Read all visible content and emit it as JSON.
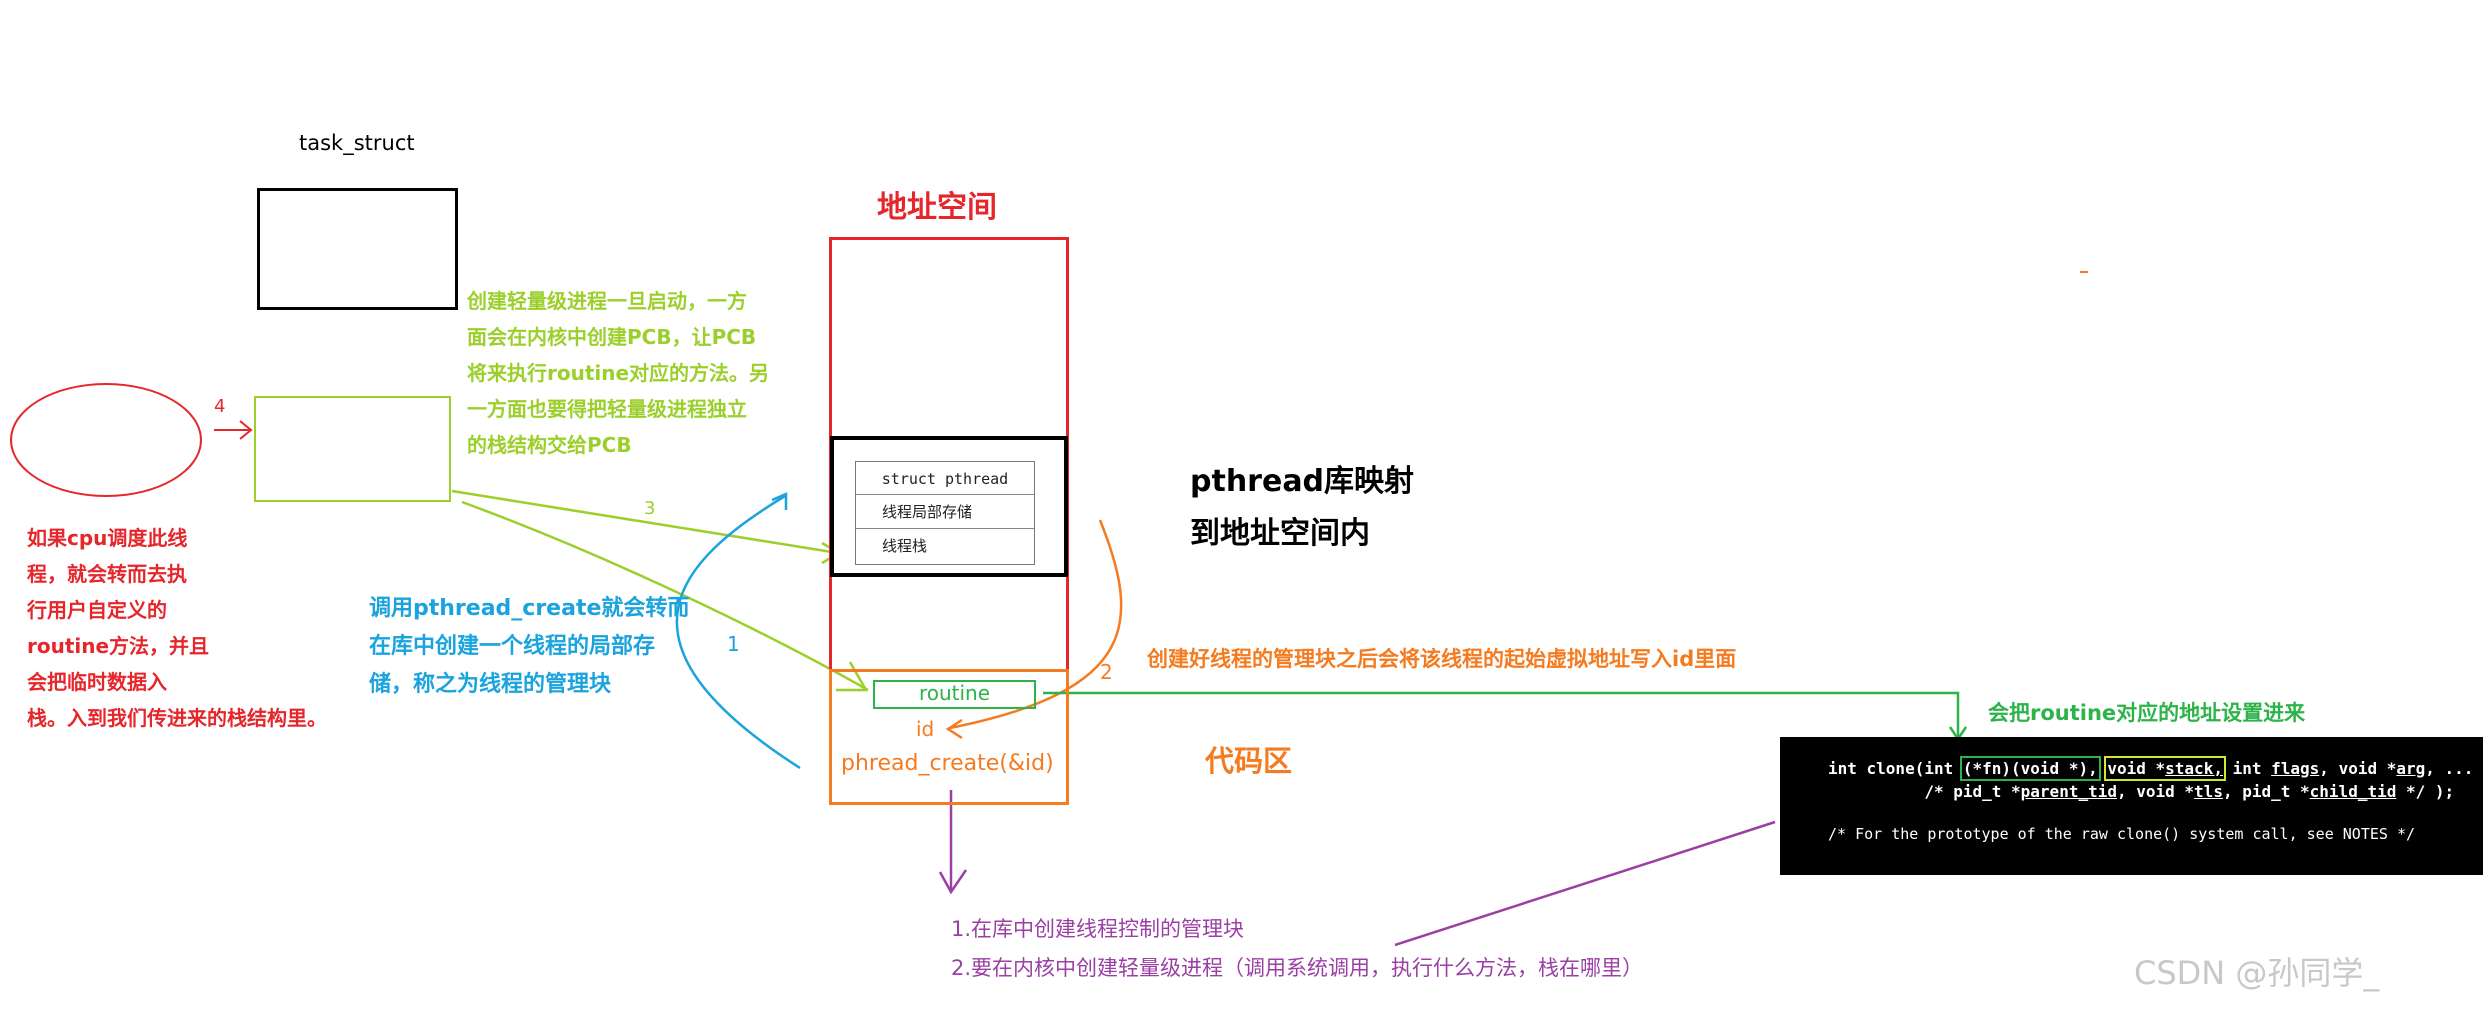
{
  "labels": {
    "task_struct": "task_struct",
    "address_space": "地址空间",
    "code_area": "代码区",
    "pthread_map_line1": "pthread库映射",
    "pthread_map_line2": "到地址空间内",
    "routine": "routine",
    "id": "id",
    "pthread_create": "phread_create(&id)",
    "struct_pthread": "struct pthread",
    "thread_local_storage": "线程局部存储",
    "thread_stack": "线程栈",
    "num1": "1",
    "num2": "2",
    "num3": "3",
    "num4": "4",
    "watermark": "CSDN @孙同学_"
  },
  "notes": {
    "green_lines": [
      "创建轻量级进程一旦启动，一方",
      "面会在内核中创建PCB，让PCB",
      "将来执行routine对应的方法。另",
      "一方面也要得把轻量级进程独立",
      "的栈结构交给PCB"
    ],
    "red_lines": [
      "如果cpu调度此线",
      "程，就会转而去执",
      "行用户自定义的",
      "routine方法，并且",
      "会把临时数据入",
      "栈。入到我们传进来的栈结构里。"
    ],
    "blue_lines": [
      "调用pthread_create就会转而",
      "在库中创建一个线程的局部存",
      "储，称之为线程的管理块"
    ],
    "orange_note": "创建好线程的管理块之后会将该线程的起始虚拟地址写入id里面",
    "green_clone_note": "会把routine对应的地址设置进来",
    "purple_line1": "1.在库中创建线程控制的管理块",
    "purple_line2": "2.要在内核中创建轻量级进程（调用系统调用，执行什么方法，栈在哪里）"
  },
  "code": {
    "l1_a": "int clone(int ",
    "l1_fn": "(*fn)(void *),",
    "l1_sp": " ",
    "l1_stack_a": "void *",
    "l1_stack_b": "stack,",
    "l1_b": " int ",
    "l1_flags": "flags",
    "l1_c": ", void *",
    "l1_arg": "arg",
    "l1_d": ", ...",
    "l2_a": "          /* pid_t *",
    "l2_parent": "parent_tid",
    "l2_b": ", void *",
    "l2_tls": "tls",
    "l2_c": ", pid_t *",
    "l2_child": "child_tid",
    "l2_d": " */ );",
    "l4": "/* For the prototype of the raw clone() system call, see NOTES */"
  },
  "colors": {
    "red": "#e5262b",
    "green": "#9bcf2b",
    "blue": "#1aa3dd",
    "orange": "#f47b20",
    "dark_green": "#2eb34a",
    "purple": "#9b3fa5",
    "black": "#000000"
  }
}
